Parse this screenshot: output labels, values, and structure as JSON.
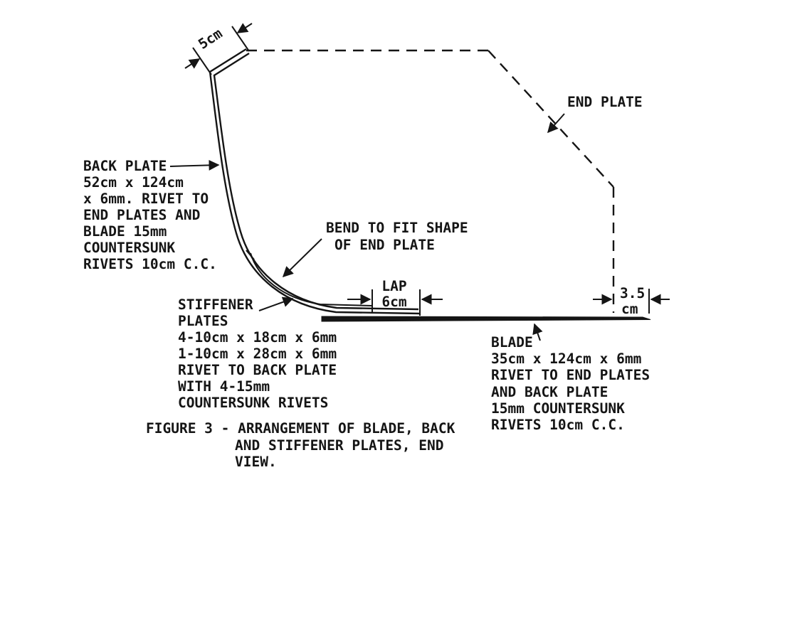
{
  "figure": {
    "caption_lines": [
      "FIGURE 3 - ARRANGEMENT OF BLADE, BACK",
      "AND STIFFENER PLATES, END",
      "VIEW."
    ]
  },
  "labels": {
    "end_plate": {
      "text": "END PLATE"
    },
    "back_plate": {
      "lines": [
        "BACK PLATE",
        "52cm x 124cm",
        "x 6mm. RIVET TO",
        "END PLATES AND",
        "BLADE 15mm",
        "COUNTERSUNK",
        "RIVETS 10cm C.C."
      ]
    },
    "bend": {
      "lines": [
        "BEND TO FIT SHAPE",
        "OF END PLATE"
      ]
    },
    "stiffener": {
      "lines": [
        "STIFFENER",
        "PLATES",
        "4-10cm x 18cm x 6mm",
        "1-10cm x 28cm x 6mm",
        "RIVET TO BACK PLATE",
        "WITH 4-15mm",
        "COUNTERSUNK RIVETS"
      ]
    },
    "blade": {
      "lines": [
        "BLADE",
        "35cm x 124cm x 6mm",
        "RIVET TO END PLATES",
        "AND BACK PLATE",
        "15mm COUNTERSUNK",
        "RIVETS 10cm C.C."
      ]
    }
  },
  "dimensions": {
    "top_lap": "5cm",
    "lap_label": "LAP",
    "lap_value": "6cm",
    "tip_gap_value": "3.5",
    "tip_gap_unit": "cm"
  },
  "colors": {
    "ink": "#151515",
    "paper": "#ffffff"
  }
}
